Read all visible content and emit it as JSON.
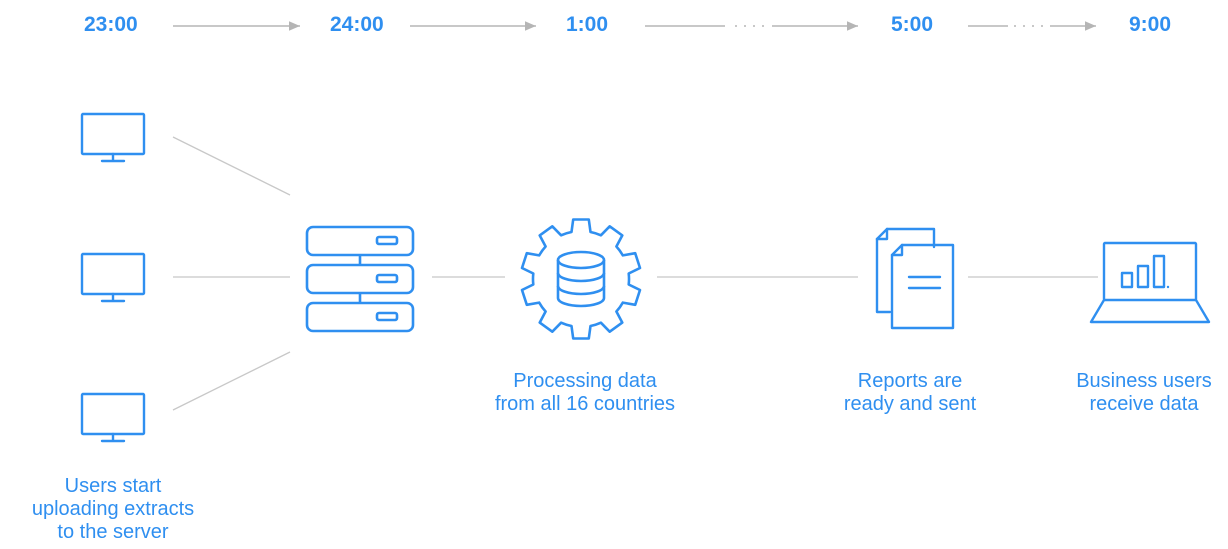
{
  "timeline": {
    "times": [
      "23:00",
      "24:00",
      "1:00",
      "5:00",
      "9:00"
    ]
  },
  "captions": {
    "users": "Users start\nuploading extracts\nto the server",
    "processing": "Processing data\nfrom all 16 countries",
    "reports": "Reports are\nready and sent",
    "business": "Business users\nreceive data"
  },
  "colors": {
    "accent": "#2f8ff0",
    "connector": "#c8c8c8",
    "arrow": "#b5b5b5"
  },
  "icons": [
    "monitor-icon",
    "server-rack-icon",
    "database-gear-icon",
    "documents-icon",
    "laptop-chart-icon"
  ]
}
